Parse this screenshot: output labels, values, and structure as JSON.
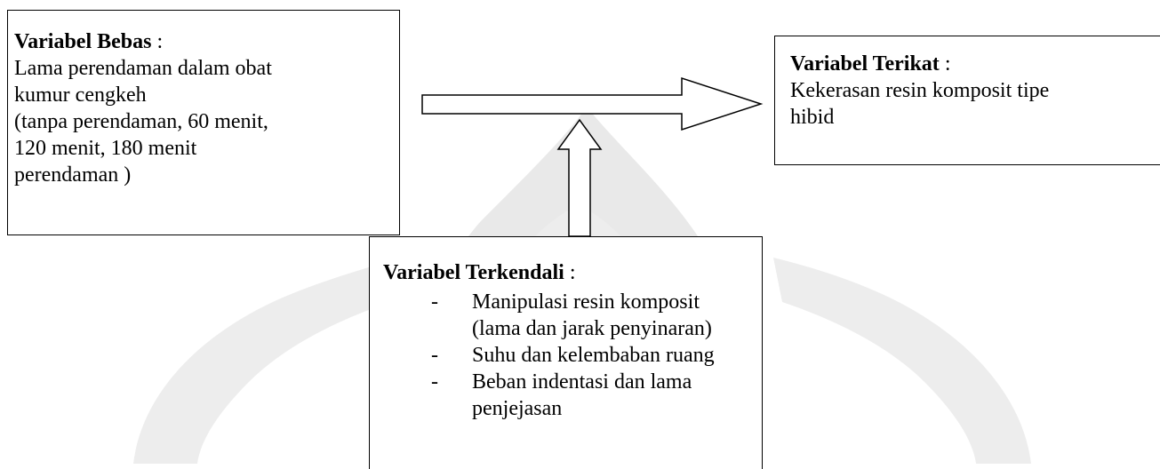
{
  "bebas": {
    "title": "Variabel Bebas",
    "colon": " :",
    "lines": [
      "Lama perendaman dalam obat",
      "kumur cengkeh",
      "(tanpa perendaman, 60 menit,",
      "120 menit, 180 menit",
      "perendaman )"
    ]
  },
  "terikat": {
    "title": "Variabel Terikat",
    "colon": " :",
    "lines": [
      "Kekerasan resin komposit tipe",
      "hibid"
    ]
  },
  "terkendali": {
    "title": "Variabel  Terkendali",
    "colon": " :",
    "items": [
      {
        "dash": "-",
        "text": "Manipulasi resin komposit"
      },
      {
        "dash": "",
        "text": "(lama dan jarak penyinaran)"
      },
      {
        "dash": "-",
        "text": "Suhu dan kelembaban ruang"
      },
      {
        "dash": "-",
        "text": "Beban indentasi dan lama"
      },
      {
        "dash": "",
        "text": "penjejasan"
      }
    ]
  },
  "colors": {
    "stroke": "#000000",
    "watermark": "#e6e6e6"
  }
}
